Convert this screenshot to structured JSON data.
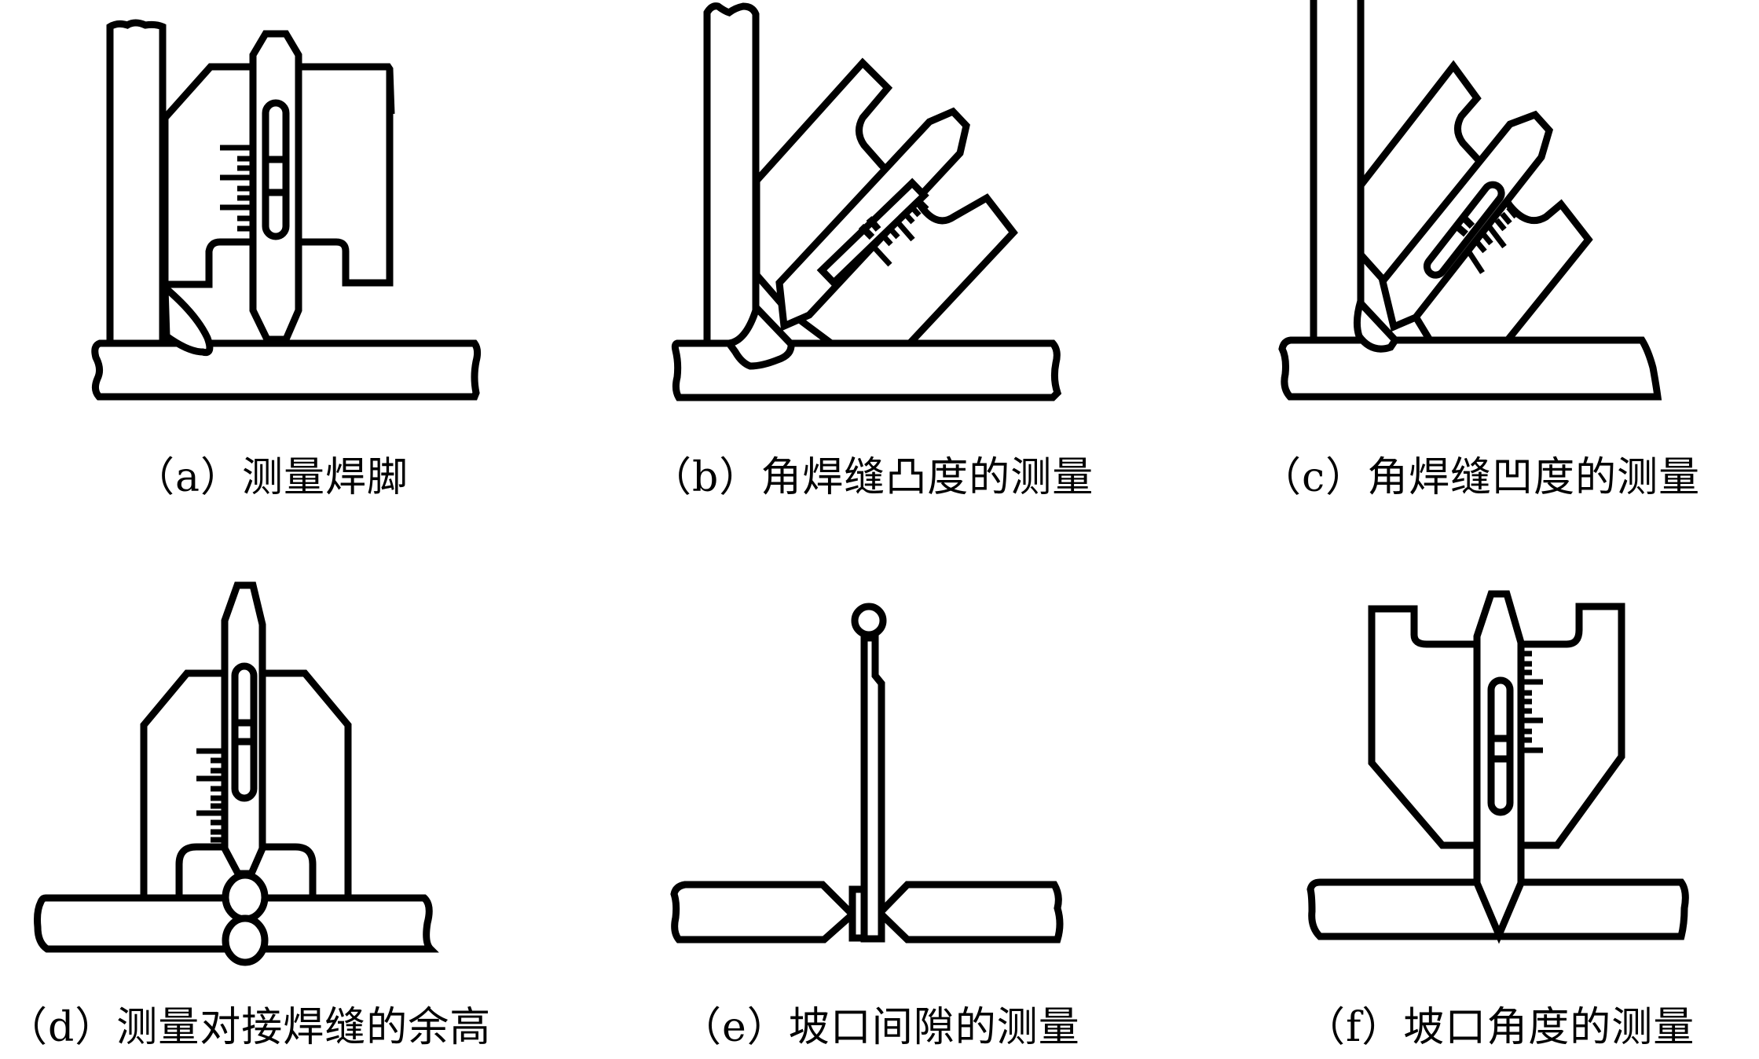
{
  "figure": {
    "panels": [
      {
        "id": "a",
        "label": "（a）测量焊脚",
        "subject": "fillet-weld-leg",
        "gauge": "weld-gauge"
      },
      {
        "id": "b",
        "label": "（b）角焊缝凸度的测量",
        "subject": "fillet-weld-convexity",
        "gauge": "weld-gauge"
      },
      {
        "id": "c",
        "label": "（c）角焊缝凹度的测量",
        "subject": "fillet-weld-concavity",
        "gauge": "weld-gauge"
      },
      {
        "id": "d",
        "label": "（d）测量对接焊缝的余高",
        "subject": "butt-weld-reinforcement",
        "gauge": "weld-gauge"
      },
      {
        "id": "e",
        "label": "（e）坡口间隙的测量",
        "subject": "groove-gap",
        "gauge": "gap-feeler"
      },
      {
        "id": "f",
        "label": "（f）坡口角度的测量",
        "subject": "groove-angle",
        "gauge": "weld-gauge"
      }
    ]
  },
  "colors": {
    "line": "#000000",
    "background": "#ffffff"
  }
}
